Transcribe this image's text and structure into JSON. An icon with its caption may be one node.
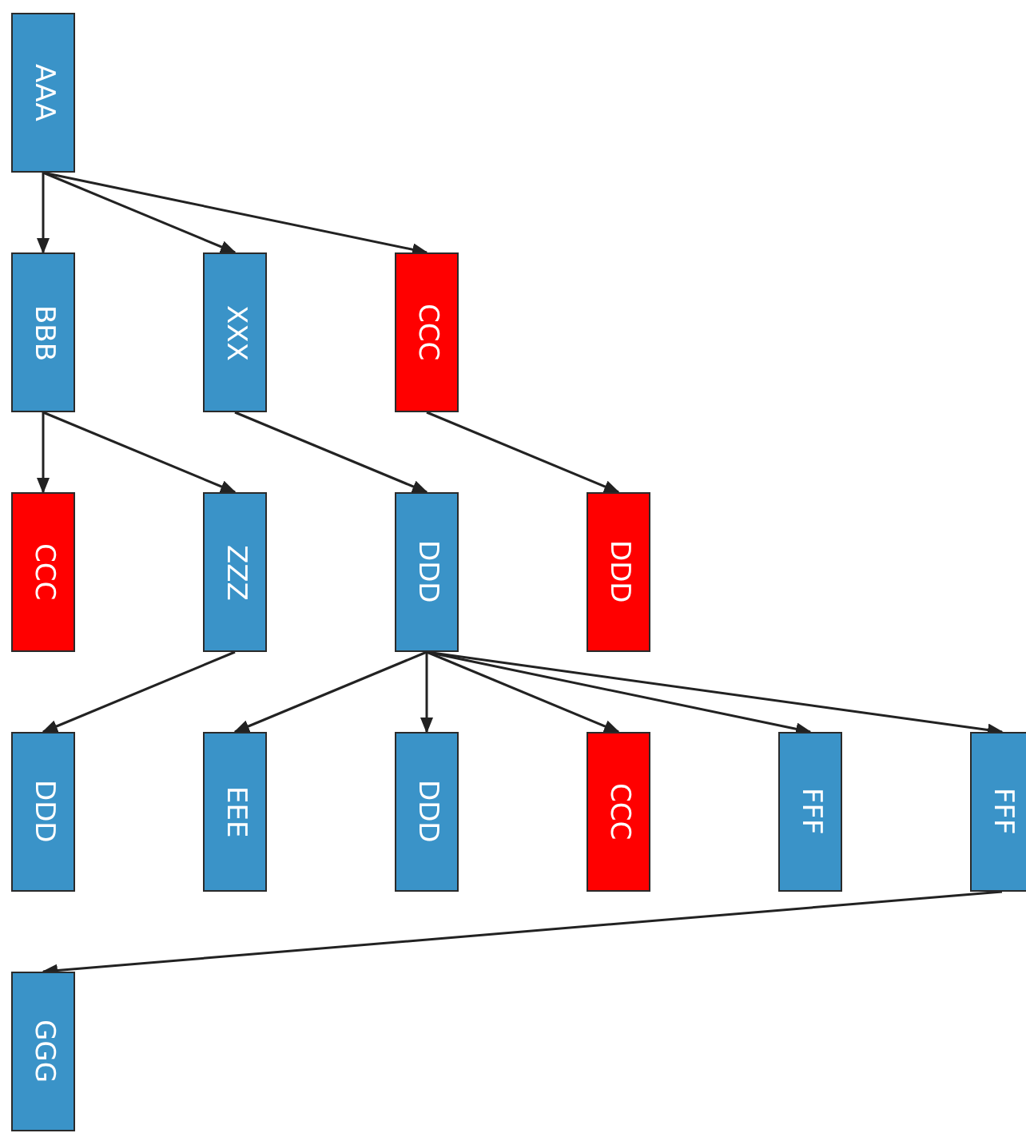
{
  "diagram": {
    "nodes": [
      {
        "text": [
          "AAA"
        ]
      },
      {
        "text": [
          "BBB"
        ]
      },
      {
        "text": [
          "XXX"
        ]
      },
      {
        "text": [
          "CCC"
        ]
      },
      {
        "text": [
          "CCC"
        ]
      },
      {
        "text": [
          "ZZZ"
        ]
      },
      {
        "text": [
          "DDD"
        ]
      },
      {
        "text": [
          "DDD"
        ]
      },
      {
        "text": [
          "DDD"
        ]
      },
      {
        "text": [
          "EEE"
        ]
      },
      {
        "text": [
          "DDD"
        ]
      },
      {
        "text": [
          "CCC"
        ]
      },
      {
        "text": [
          "FFF"
        ]
      },
      {
        "text": [
          "FFF"
        ]
      },
      {
        "text": [
          "GGG"
        ]
      }
    ],
    "edges": [
      {
        "from": 0,
        "to": 1,
        "arrow": "to"
      },
      {
        "from": 0,
        "to": 2,
        "arrow": "to"
      },
      {
        "from": 0,
        "to": 3,
        "arrow": "to"
      },
      {
        "from": 1,
        "to": 4,
        "arrow": "to"
      },
      {
        "from": 1,
        "to": 5,
        "arrow": "to"
      },
      {
        "from": 2,
        "to": 6,
        "arrow": "to"
      },
      {
        "from": 3,
        "to": 7,
        "arrow": "to"
      },
      {
        "from": 5,
        "to": 8,
        "arrow": "to"
      },
      {
        "from": 6,
        "to": 9,
        "arrow": "to"
      },
      {
        "from": 6,
        "to": 10,
        "arrow": "to"
      },
      {
        "from": 6,
        "to": 11,
        "arrow": "to"
      },
      {
        "from": 6,
        "to": 12,
        "arrow": "to"
      },
      {
        "from": 6,
        "to": 13,
        "arrow": "to"
      },
      {
        "from": 13,
        "to": 14,
        "arrow": "to"
      }
    ]
  }
}
